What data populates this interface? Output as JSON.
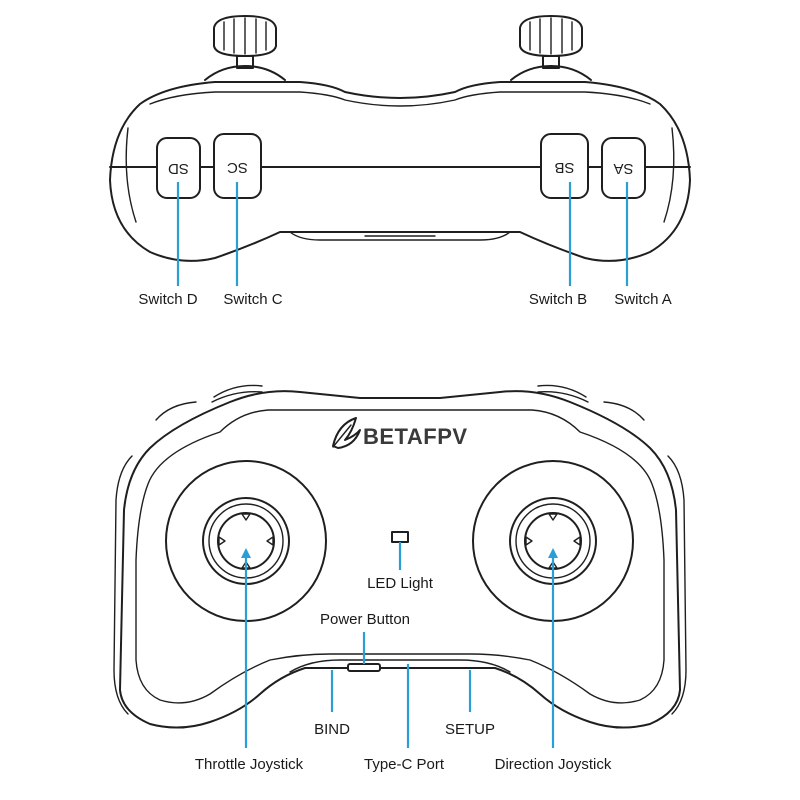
{
  "brand": "BETAFPV",
  "switch_caps": {
    "sd": "SD",
    "sc": "SC",
    "sb": "SB",
    "sa": "SA"
  },
  "top_labels": {
    "switch_d": "Switch D",
    "switch_c": "Switch C",
    "switch_b": "Switch B",
    "switch_a": "Switch A"
  },
  "front_labels": {
    "led_light": "LED Light",
    "power_button": "Power Button",
    "bind": "BIND",
    "setup": "SETUP",
    "throttle_joystick": "Throttle Joystick",
    "type_c_port": "Type-C Port",
    "direction_joystick": "Direction Joystick"
  },
  "colors": {
    "leader": "#2a9fd6",
    "outline": "#1f1f1f"
  }
}
